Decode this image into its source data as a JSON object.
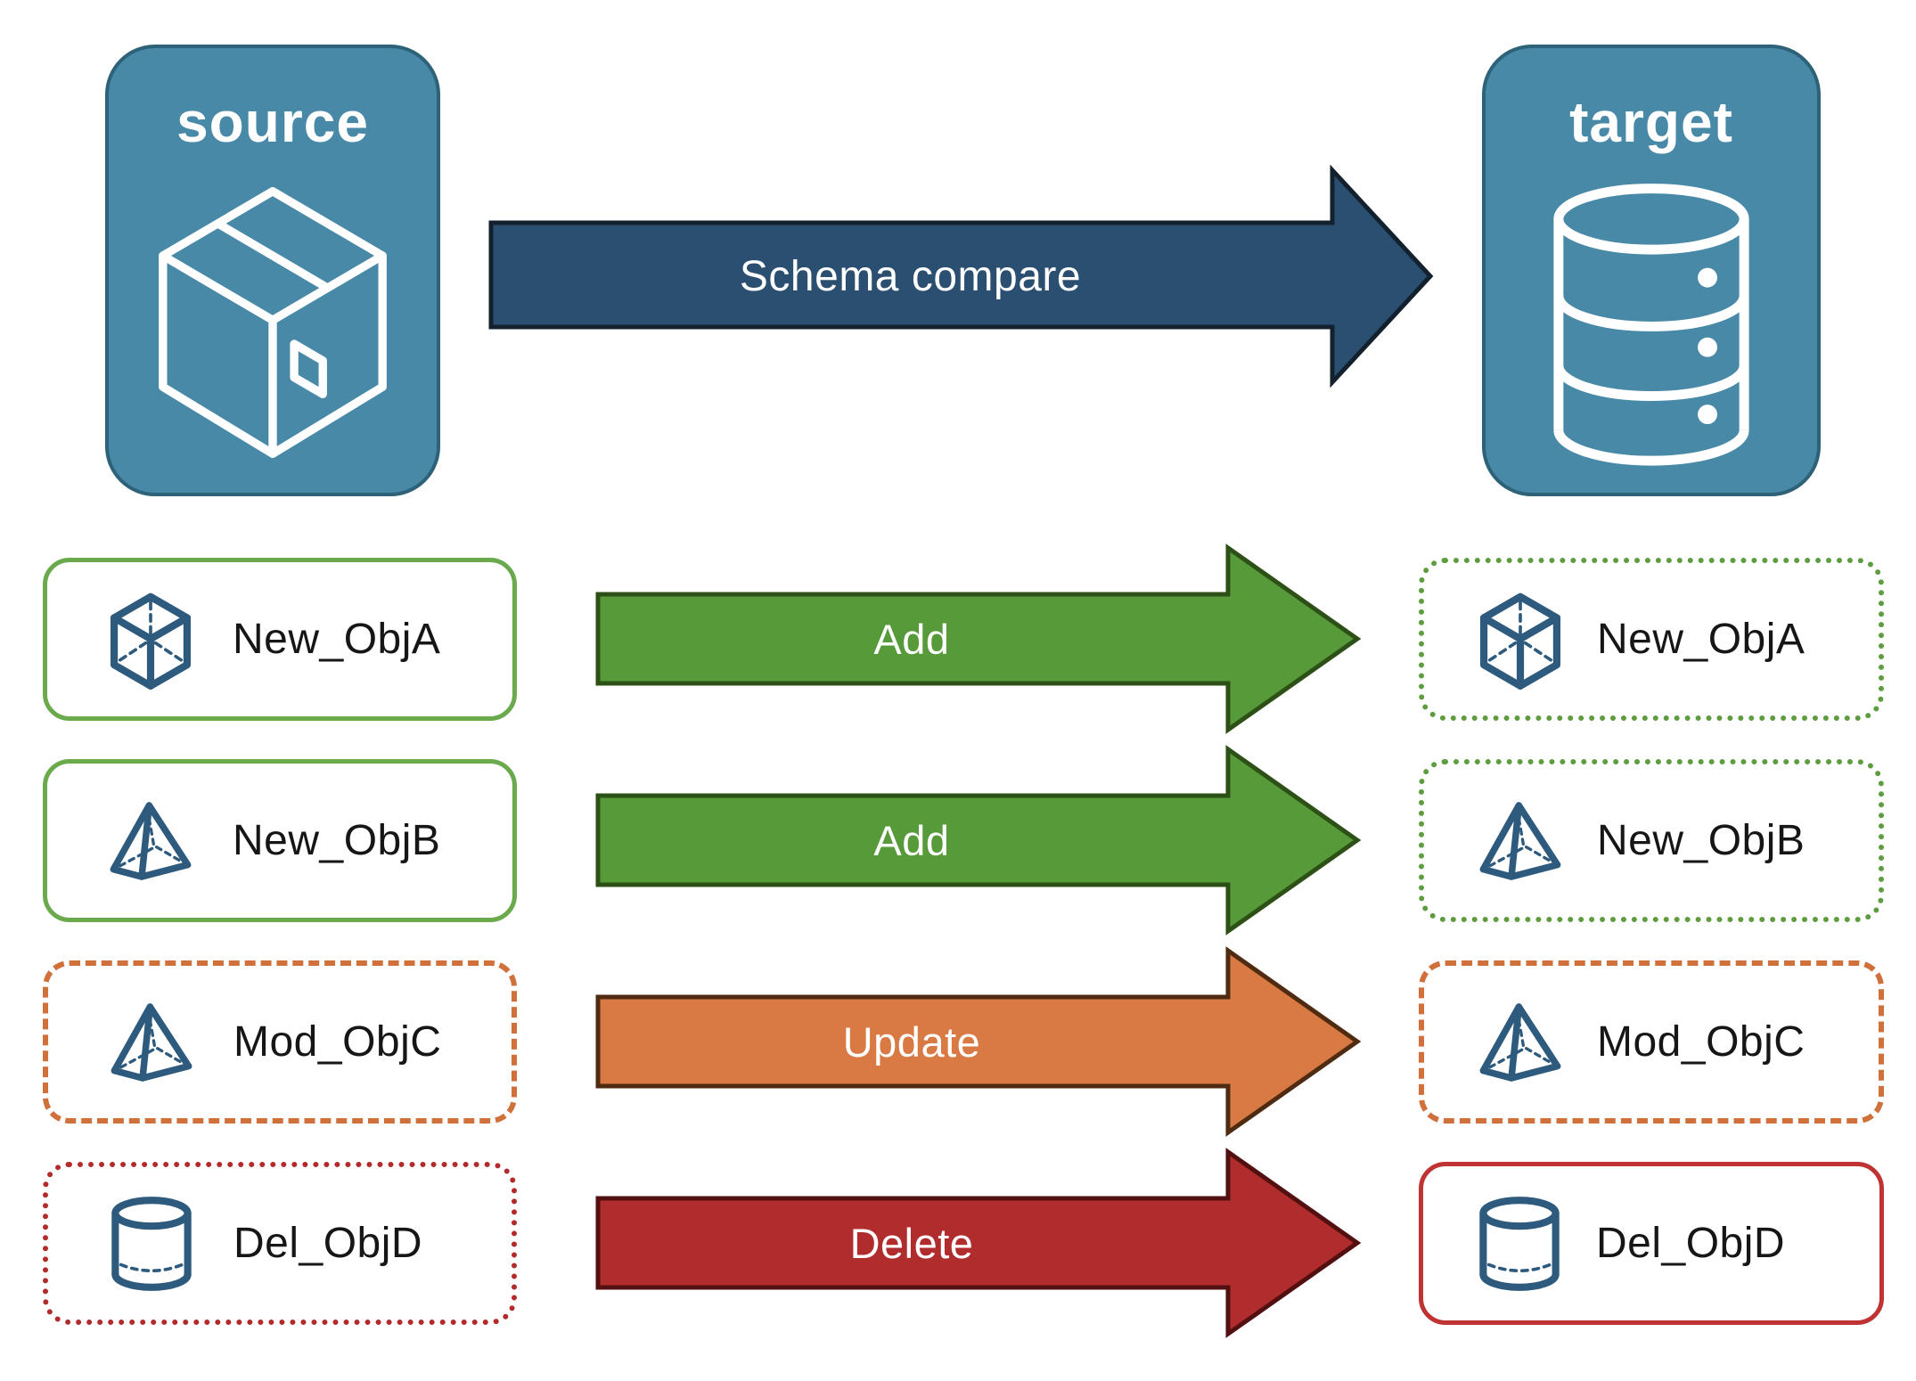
{
  "header": {
    "source": {
      "label": "source",
      "icon": "package"
    },
    "target": {
      "label": "target",
      "icon": "database"
    },
    "compare_arrow": {
      "label": "Schema compare"
    }
  },
  "rows": [
    {
      "label": "New_ObjA",
      "icon": "cube",
      "action": {
        "label": "Add",
        "fill": "#579a3a",
        "stroke": "#2c5016"
      },
      "source_style": "green-solid",
      "target_style": "green-dotted"
    },
    {
      "label": "New_ObjB",
      "icon": "pyramid",
      "action": {
        "label": "Add",
        "fill": "#579a3a",
        "stroke": "#2c5016"
      },
      "source_style": "green-solid",
      "target_style": "green-dotted"
    },
    {
      "label": "Mod_ObjC",
      "icon": "pyramid",
      "action": {
        "label": "Update",
        "fill": "#d97944",
        "stroke": "#4f2c11"
      },
      "source_style": "orange-dashed",
      "target_style": "orange-dashed"
    },
    {
      "label": "Del_ObjD",
      "icon": "cylinder",
      "action": {
        "label": "Delete",
        "fill": "#b12d2d",
        "stroke": "#521010"
      },
      "source_style": "red-dotted",
      "target_style": "red-solid"
    }
  ],
  "palette": {
    "background": "#ffffff",
    "node_fill": "#4889a8",
    "node_border": "#2e6278",
    "node_text": "#ffffff",
    "compare_fill": "#2a4f70",
    "compare_border": "#13202d",
    "arrow_text": "#ffffff",
    "green_solid": "#6aaa4c",
    "green_dotted": "#5d9c3f",
    "orange_dashed": "#d0713c",
    "red_dotted": "#b22a2a",
    "red_solid": "#bf3333",
    "icon_stroke": "#2d5a7d",
    "label_text": "#161616"
  }
}
